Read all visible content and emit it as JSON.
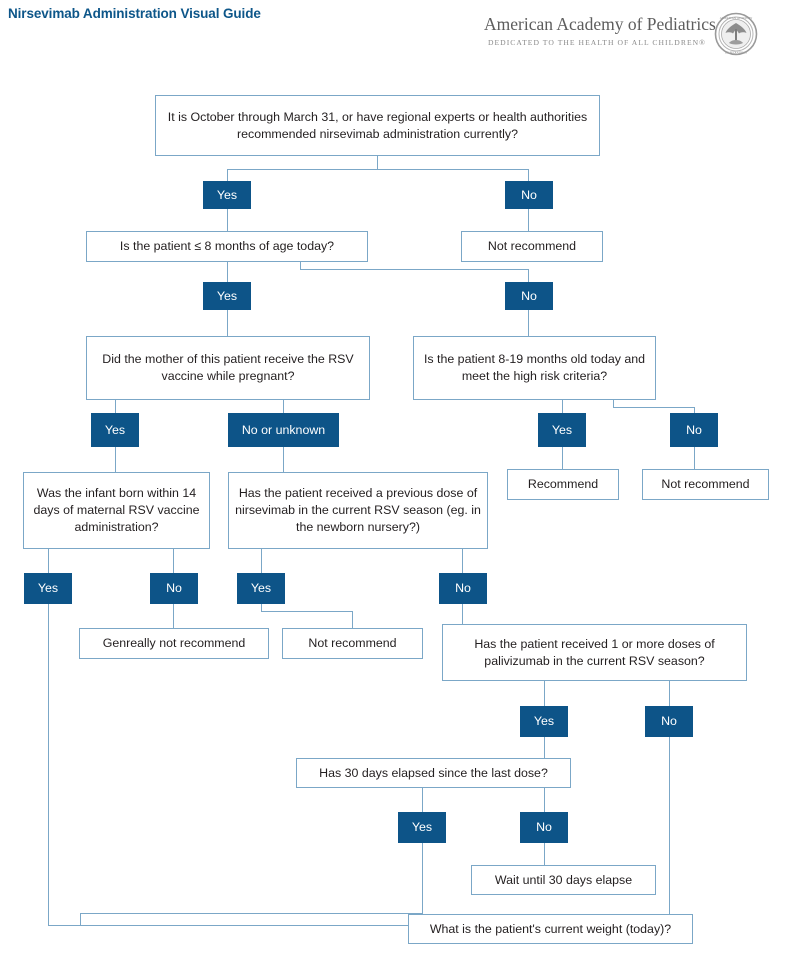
{
  "header": {
    "title": "Nirsevimab Administration Visual Guide",
    "logo": {
      "wordmark": "American Academy of Pediatrics",
      "tagline": "DEDICATED TO THE HEALTH OF ALL CHILDREN®",
      "seal_name": "aap-seal-icon"
    }
  },
  "colors": {
    "title_blue": "#0d5689",
    "answer_fill": "#0d5488",
    "box_border": "#7ba7c7",
    "connector": "#7ba7c7",
    "text": "#231f20"
  },
  "chart_data": {
    "type": "diagram",
    "title": "Nirsevimab Administration Visual Guide",
    "nodes": [
      {
        "id": "q1",
        "kind": "question",
        "text": "It is October through March 31, or have regional experts or health authorities recommended nirsevimab administration currently?"
      },
      {
        "id": "a1y",
        "kind": "answer",
        "text": "Yes"
      },
      {
        "id": "a1n",
        "kind": "answer",
        "text": "No"
      },
      {
        "id": "q2",
        "kind": "question",
        "text": "Is the patient ≤ 8 months of age today?"
      },
      {
        "id": "t1",
        "kind": "terminal",
        "text": "Not recommend"
      },
      {
        "id": "a2y",
        "kind": "answer",
        "text": "Yes"
      },
      {
        "id": "a2n",
        "kind": "answer",
        "text": "No"
      },
      {
        "id": "q3",
        "kind": "question",
        "text": "Did the mother of this patient receive the RSV vaccine while pregnant?"
      },
      {
        "id": "q4",
        "kind": "question",
        "text": "Is the patient 8-19 months old today and meet the high risk criteria?"
      },
      {
        "id": "a3y",
        "kind": "answer",
        "text": "Yes"
      },
      {
        "id": "a3n",
        "kind": "answer",
        "text": "No or unknown"
      },
      {
        "id": "a4y",
        "kind": "answer",
        "text": "Yes"
      },
      {
        "id": "a4n",
        "kind": "answer",
        "text": "No"
      },
      {
        "id": "q5",
        "kind": "question",
        "text": "Was the infant born within 14 days of maternal RSV vaccine administration?"
      },
      {
        "id": "q6",
        "kind": "question",
        "text": "Has the patient received a previous dose of nirsevimab in the current RSV season (eg. in the newborn nursery?)"
      },
      {
        "id": "t2",
        "kind": "terminal",
        "text": "Recommend"
      },
      {
        "id": "t3",
        "kind": "terminal",
        "text": "Not recommend"
      },
      {
        "id": "a5y",
        "kind": "answer",
        "text": "Yes"
      },
      {
        "id": "a5n",
        "kind": "answer",
        "text": "No"
      },
      {
        "id": "a6y",
        "kind": "answer",
        "text": "Yes"
      },
      {
        "id": "a6n",
        "kind": "answer",
        "text": "No"
      },
      {
        "id": "t4",
        "kind": "terminal",
        "text": "Genreally not recommend"
      },
      {
        "id": "t5",
        "kind": "terminal",
        "text": "Not recommend"
      },
      {
        "id": "q7",
        "kind": "question",
        "text": "Has the patient received 1 or more doses of palivizumab in the current RSV season?"
      },
      {
        "id": "a7y",
        "kind": "answer",
        "text": "Yes"
      },
      {
        "id": "a7n",
        "kind": "answer",
        "text": "No"
      },
      {
        "id": "q8",
        "kind": "question",
        "text": "Has 30 days elapsed since the last dose?"
      },
      {
        "id": "a8y",
        "kind": "answer",
        "text": "Yes"
      },
      {
        "id": "a8n",
        "kind": "answer",
        "text": "No"
      },
      {
        "id": "t6",
        "kind": "terminal",
        "text": "Wait until 30 days elapse"
      },
      {
        "id": "q9",
        "kind": "question",
        "text": "What is the patient's current weight (today)?"
      }
    ],
    "edges": [
      {
        "from": "q1",
        "to": "a1y",
        "label": "Yes"
      },
      {
        "from": "q1",
        "to": "a1n",
        "label": "No"
      },
      {
        "from": "a1y",
        "to": "q2"
      },
      {
        "from": "a1n",
        "to": "t1"
      },
      {
        "from": "q2",
        "to": "a2y",
        "label": "Yes"
      },
      {
        "from": "q2",
        "to": "a2n",
        "label": "No"
      },
      {
        "from": "a2y",
        "to": "q3"
      },
      {
        "from": "a2n",
        "to": "q4"
      },
      {
        "from": "q3",
        "to": "a3y",
        "label": "Yes"
      },
      {
        "from": "q3",
        "to": "a3n",
        "label": "No or unknown"
      },
      {
        "from": "q4",
        "to": "a4y",
        "label": "Yes"
      },
      {
        "from": "q4",
        "to": "a4n",
        "label": "No"
      },
      {
        "from": "a3y",
        "to": "q5"
      },
      {
        "from": "a3n",
        "to": "q6"
      },
      {
        "from": "a4y",
        "to": "t2"
      },
      {
        "from": "a4n",
        "to": "t3"
      },
      {
        "from": "q5",
        "to": "a5y",
        "label": "Yes"
      },
      {
        "from": "q5",
        "to": "a5n",
        "label": "No"
      },
      {
        "from": "q6",
        "to": "a6y",
        "label": "Yes"
      },
      {
        "from": "q6",
        "to": "a6n",
        "label": "No"
      },
      {
        "from": "a5y",
        "to": "q9"
      },
      {
        "from": "a5n",
        "to": "t4"
      },
      {
        "from": "a6y",
        "to": "t5"
      },
      {
        "from": "a6n",
        "to": "q7"
      },
      {
        "from": "q7",
        "to": "a7y",
        "label": "Yes"
      },
      {
        "from": "q7",
        "to": "a7n",
        "label": "No"
      },
      {
        "from": "a7y",
        "to": "q8"
      },
      {
        "from": "a7n",
        "to": "q9"
      },
      {
        "from": "q8",
        "to": "a8y",
        "label": "Yes"
      },
      {
        "from": "q8",
        "to": "a8n",
        "label": "No"
      },
      {
        "from": "a8y",
        "to": "q9"
      },
      {
        "from": "a8n",
        "to": "t6"
      }
    ]
  }
}
